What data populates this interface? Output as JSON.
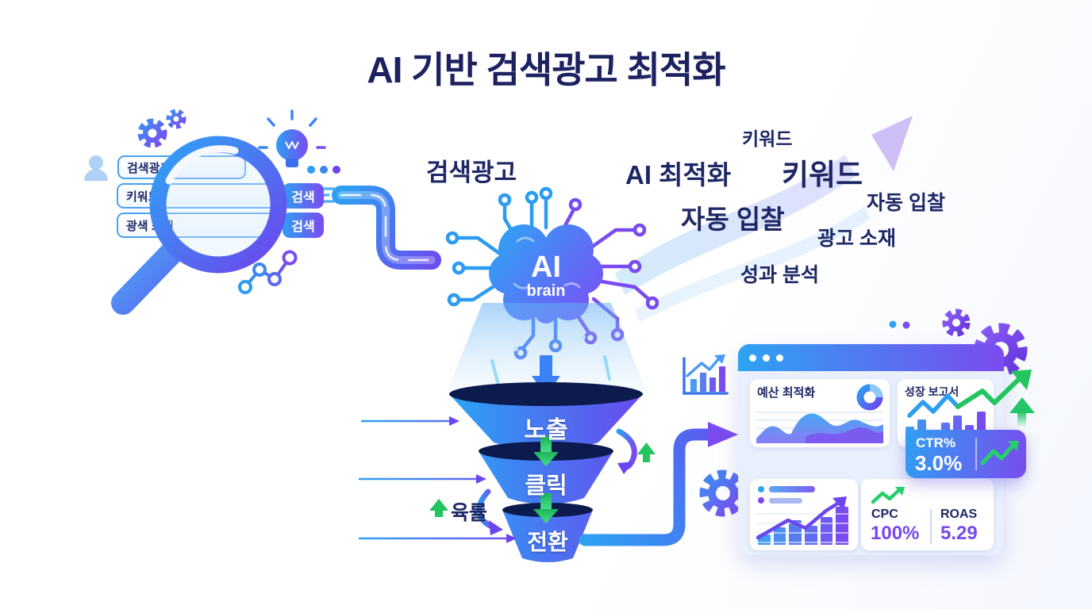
{
  "title": "AI 기반 검색광고 최적화",
  "search_mock": {
    "fields": [
      {
        "value": "검색광고"
      },
      {
        "value": "키워드",
        "button": "검색"
      },
      {
        "value": "광색 소재",
        "button": "검색"
      }
    ]
  },
  "labels": {
    "input_stage": "검색광고",
    "rate": "육률"
  },
  "brain": {
    "line1": "AI",
    "line2": "brain"
  },
  "keywords": {
    "k1": "키워드",
    "k2": "AI 최적화",
    "k3": "키워드",
    "k4": "자동 입찰",
    "k5": "자동 입찰",
    "k6": "광고 소재",
    "k7": "성과 분석"
  },
  "funnel": {
    "stage1": "노출",
    "stage2": "클릭",
    "stage3": "전환"
  },
  "dashboard": {
    "budget_title": "예산 최적화",
    "growth_title": "성장 보고서",
    "ctr_label": "CTR%",
    "ctr_value": "3.0%",
    "cpc_label": "CPC",
    "cpc_value": "100%",
    "roas_label": "ROAS",
    "roas_value": "5.29",
    "growth_bars": [
      16,
      24,
      12,
      20,
      28,
      18,
      32
    ],
    "mini_bars": [
      12,
      20,
      28,
      22,
      32,
      44
    ]
  },
  "colors": {
    "navy": "#1d2363",
    "blue": "#2b9ff2",
    "purple": "#7a4bf0",
    "green": "#22c55e"
  }
}
